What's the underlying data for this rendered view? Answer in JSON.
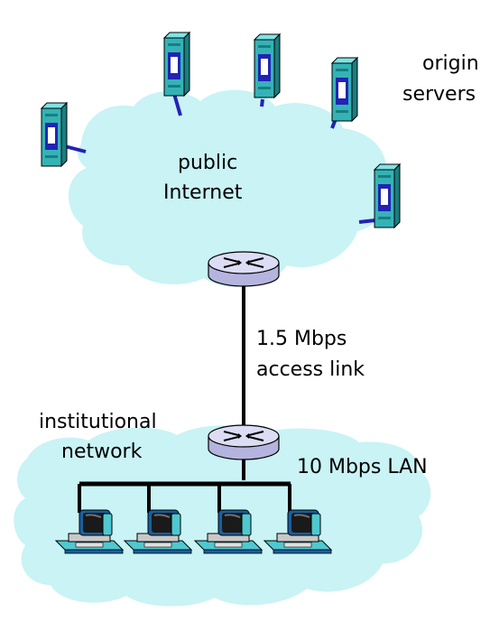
{
  "labels": {
    "origin_servers_line1": "origin",
    "origin_servers_line2": "servers",
    "public_internet_line1": "public",
    "public_internet_line2": "Internet",
    "access_link_line1": "1.5 Mbps",
    "access_link_line2": "access link",
    "institutional_network_line1": "institutional",
    "institutional_network_line2": "network",
    "lan_label": "10 Mbps LAN"
  },
  "colors": {
    "cloud_fill": "#c9f3f5",
    "server_body": "#34b3b6",
    "server_side": "#1b7e80",
    "link_blue": "#2323b4",
    "router_fill": "#d6d6f2",
    "line_black": "#000000"
  },
  "icons": {
    "server": "tower-server-icon",
    "router": "router-icon",
    "workstation": "desktop-computer-icon"
  }
}
